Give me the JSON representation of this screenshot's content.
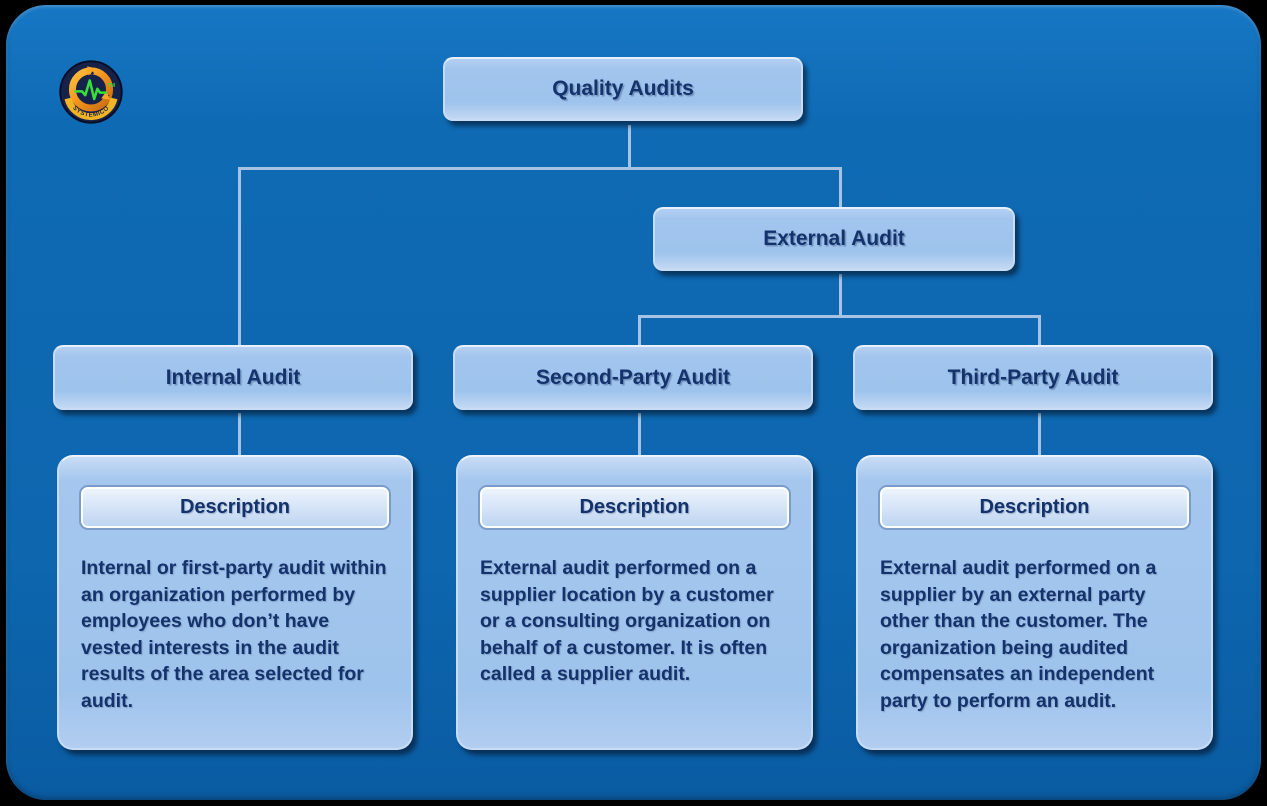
{
  "logo": {
    "brand": "SYSTEMICO",
    "trademark": "TM"
  },
  "diagram": {
    "title_node": {
      "label": "Quality Audits"
    },
    "external_node": {
      "label": "External Audit"
    },
    "columns": [
      {
        "label": "Internal Audit",
        "panel_title": "Description",
        "description": "Internal or first-party audit within an organization performed by employees who don’t have vested interests in the audit results of the area selected for audit."
      },
      {
        "label": "Second-Party Audit",
        "panel_title": "Description",
        "description": "External audit performed on a supplier location by a customer or a consulting organization on behalf of a customer. It is often called a supplier audit."
      },
      {
        "label": "Third-Party Audit",
        "panel_title": "Description",
        "description": "External audit performed on a supplier by an external party other than the customer. The organization being audited compensates an independent party to perform an audit."
      }
    ]
  },
  "colors": {
    "canvas_background": "#000000",
    "panel_background": "#0d66ae",
    "node_fill": "#a2c5ee",
    "node_border": "#cfe0f6",
    "text_navy": "#14326b",
    "connector": "#a7c2e2",
    "logo_ring_orange": "#f2921e",
    "logo_pulse_green": "#35e03a",
    "logo_banner_gold": "#f1b427"
  }
}
